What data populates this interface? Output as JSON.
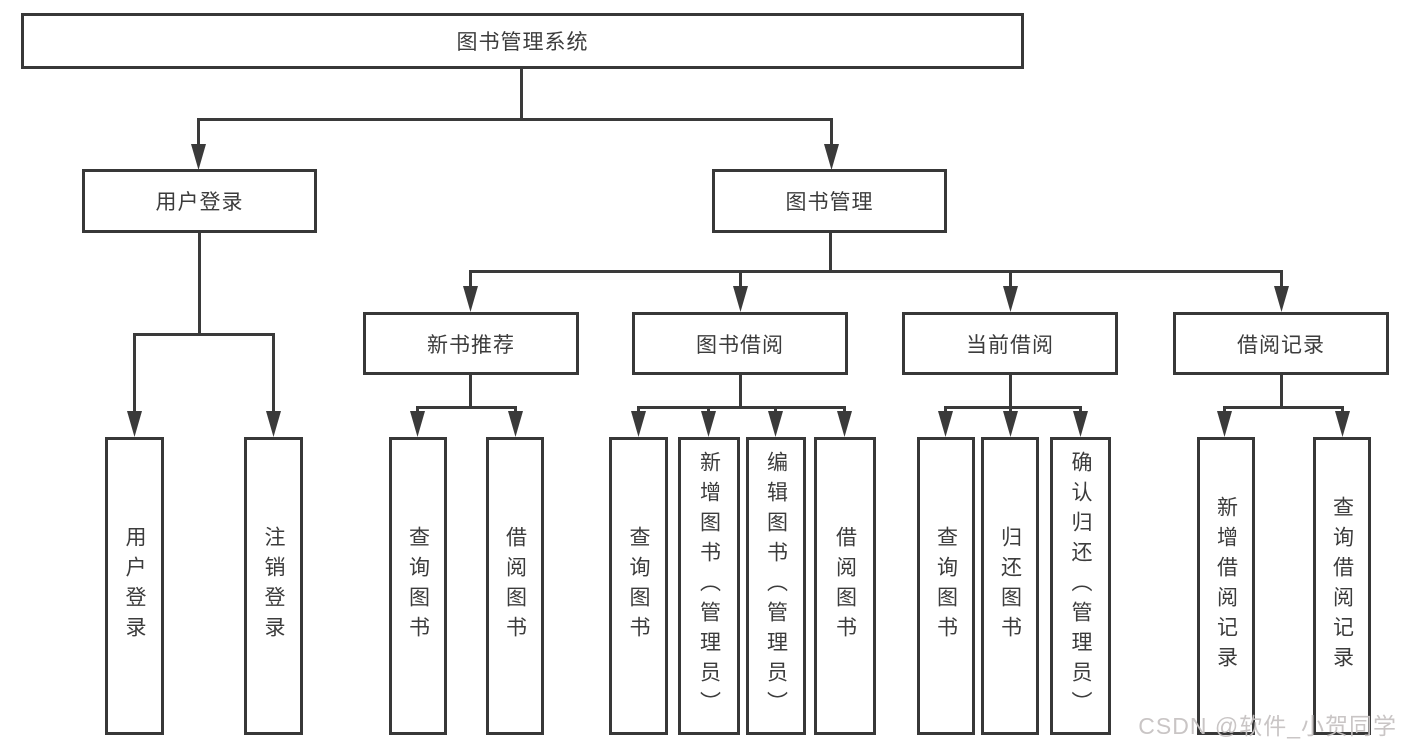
{
  "title": "图书管理系统",
  "watermark": "CSDN @软件_小贺同学",
  "colors": {
    "line": "#3a3a3a",
    "border": "#383838",
    "text": "#3c3c3c",
    "background": "#ffffff",
    "watermark": "#c6c2c2"
  },
  "tree": {
    "root": "图书管理系统",
    "branches": [
      {
        "label": "用户登录",
        "leaves": [
          "用户登录",
          "注销登录"
        ]
      },
      {
        "label": "图书管理",
        "groups": [
          {
            "label": "新书推荐",
            "leaves": [
              "查询图书",
              "借阅图书"
            ]
          },
          {
            "label": "图书借阅",
            "leaves": [
              "查询图书",
              "新增图书（管理员）",
              "编辑图书（管理员）",
              "借阅图书"
            ]
          },
          {
            "label": "当前借阅",
            "leaves": [
              "查询图书",
              "归还图书",
              "确认归还（管理员）"
            ]
          },
          {
            "label": "借阅记录",
            "leaves": [
              "新增借阅记录",
              "查询借阅记录"
            ]
          }
        ]
      }
    ]
  }
}
